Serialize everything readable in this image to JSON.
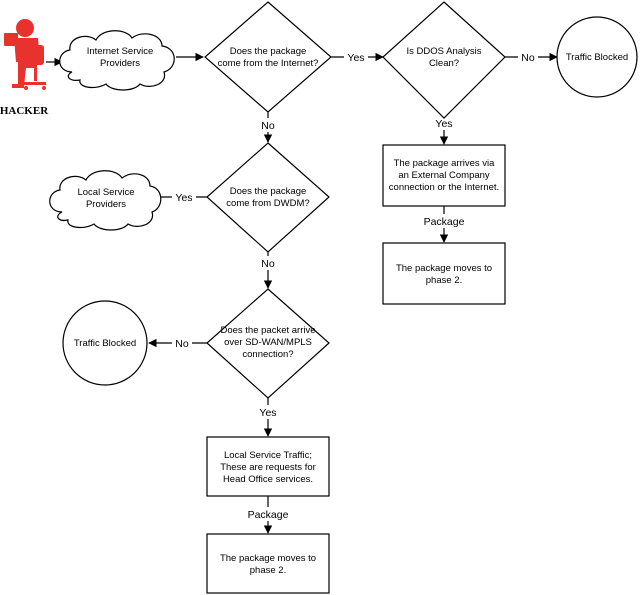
{
  "hacker": {
    "label": "HACKER"
  },
  "nodes": {
    "isp": [
      "Internet Service",
      "Providers"
    ],
    "d_internet": [
      "Does the package",
      "come from the Internet?"
    ],
    "d_ddos": [
      "Is DDOS Analysis",
      "Clean?"
    ],
    "blocked_top": [
      "Traffic Blocked"
    ],
    "ext_arrive": [
      "The package arrives via",
      "an External Company",
      "connection or the Internet."
    ],
    "phase2_right": [
      "The package moves to",
      "phase 2."
    ],
    "d_dwdm": [
      "Does the package",
      "come from DWDM?"
    ],
    "lsp": [
      "Local Service",
      "Providers"
    ],
    "d_sdwan": [
      "Does the packet arrive",
      "over SD-WAN/MPLS",
      "connection?"
    ],
    "blocked_left": [
      "Traffic Blocked"
    ],
    "local_traffic": [
      "Local Service Traffic;",
      "These are requests for",
      "Head Office services."
    ],
    "phase2_bottom": [
      "The package moves to",
      "phase 2."
    ]
  },
  "edges": {
    "internet_yes": "Yes",
    "internet_no": "No",
    "ddos_no": "No",
    "ddos_yes": "Yes",
    "ext_package": "Package",
    "dwdm_yes": "Yes",
    "dwdm_no": "No",
    "sdwan_no": "No",
    "sdwan_yes": "Yes",
    "local_package": "Package"
  },
  "colors": {
    "hacker": "#e8322d",
    "stroke": "#000000"
  }
}
